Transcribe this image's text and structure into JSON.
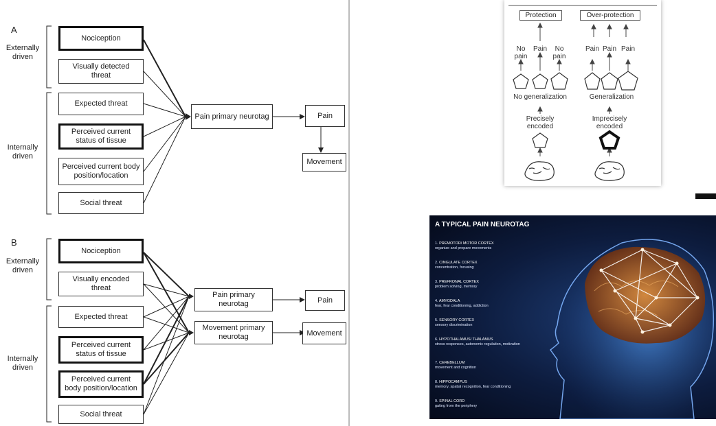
{
  "panelA": {
    "letter": "A",
    "group_external": "Externally\ndriven",
    "group_internal": "Internally\ndriven",
    "inputs": [
      "Nociception",
      "Visually detected threat",
      "Expected threat",
      "Perceived current status of tissue",
      "Perceived current body position/location",
      "Social threat"
    ],
    "center": "Pain primary neurotag",
    "out_pain": "Pain",
    "out_movement": "Movement"
  },
  "panelB": {
    "letter": "B",
    "group_external": "Externally\ndriven",
    "group_internal": "Internally\ndriven",
    "inputs": [
      "Nociception",
      "Visually encoded threat",
      "Expected threat",
      "Perceived current status of tissue",
      "Perceived current body position/location",
      "Social threat"
    ],
    "center1": "Pain primary neurotag",
    "center2": "Movement primary neurotag",
    "out_pain": "Pain",
    "out_movement": "Movement"
  },
  "generalization": {
    "left_title": "Protection",
    "right_title": "Over-protection",
    "no_pain_1": "No pain",
    "pain_mid": "Pain",
    "no_pain_2": "No pain",
    "pain_r": "Pain",
    "no_generalization": "No generalization",
    "generalization": "Generalization",
    "precisely": "Precisely encoded",
    "imprecisely": "Imprecisely encoded"
  },
  "neurotag": {
    "title": "A TYPICAL PAIN NEUROTAG",
    "items": [
      {
        "n": "1.",
        "name": "PREMOTOR/ MOTOR CORTEX",
        "desc": "organize and prepare movements"
      },
      {
        "n": "2.",
        "name": "CINGULATE CORTEX",
        "desc": "concentration, focusing"
      },
      {
        "n": "3.",
        "name": "PREFRONAL CORTEX",
        "desc": "problem solving, memory"
      },
      {
        "n": "4.",
        "name": "AMYGDALA",
        "desc": "fear, fear conditioning, addiction"
      },
      {
        "n": "5.",
        "name": "SENSORY CORTEX",
        "desc": "sensory discrimination"
      },
      {
        "n": "6.",
        "name": "HYPOTHALAMUS/ THALAMUS",
        "desc": "stress responses, autonomic regulation, motivation"
      },
      {
        "n": "7.",
        "name": "CEREBELLUM",
        "desc": "movement and cognition"
      },
      {
        "n": "8.",
        "name": "HIPPOCAMPUS",
        "desc": "memory, spatial recognition, fear conditioning"
      },
      {
        "n": "9.",
        "name": "SPINAL CORD",
        "desc": "gating from the periphery"
      }
    ]
  }
}
